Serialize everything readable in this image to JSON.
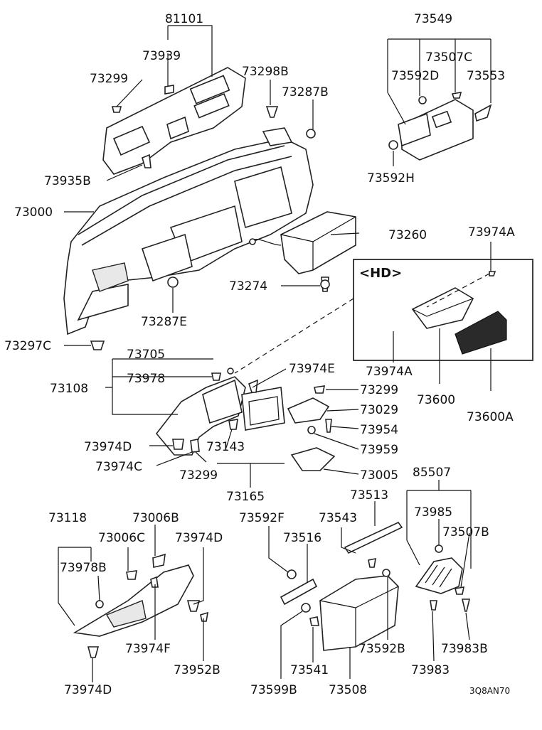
{
  "labels": {
    "p81101": "81101",
    "p73939": "73939",
    "p73299_a": "73299",
    "p73298B": "73298B",
    "p73287B": "73287B",
    "p73935B": "73935B",
    "p73000": "73000",
    "p73260": "73260",
    "p73274": "73274",
    "p73287E": "73287E",
    "p73297C": "73297C",
    "p73549": "73549",
    "p73507C": "73507C",
    "p73592D": "73592D",
    "p73553": "73553",
    "p73592H": "73592H",
    "p73974A_a": "73974A",
    "p73974A_b": "73974A",
    "p73600": "73600",
    "p73600A": "73600A",
    "p73705": "73705",
    "p73978": "73978",
    "p73108": "73108",
    "p73974E": "73974E",
    "p73299_b": "73299",
    "p73029": "73029",
    "p73954": "73954",
    "p73959": "73959",
    "p73005": "73005",
    "p73974D_a": "73974D",
    "p73974C": "73974C",
    "p73143": "73143",
    "p73299_c": "73299",
    "p73165": "73165",
    "p85507": "85507",
    "p73513": "73513",
    "p73985": "73985",
    "p73507B": "73507B",
    "p73118": "73118",
    "p73006B": "73006B",
    "p73006C": "73006C",
    "p73974D_b": "73974D",
    "p73978B": "73978B",
    "p73592F": "73592F",
    "p73516": "73516",
    "p73543": "73543",
    "p73974F": "73974F",
    "p73952B": "73952B",
    "p73592B": "73592B",
    "p73983B": "73983B",
    "p73983": "73983",
    "p73541": "73541",
    "p73974D_c": "73974D",
    "p73599B": "73599B",
    "p73508": "73508"
  },
  "inset": {
    "title": "<HD>"
  },
  "diagram_code": "3Q8AN70"
}
